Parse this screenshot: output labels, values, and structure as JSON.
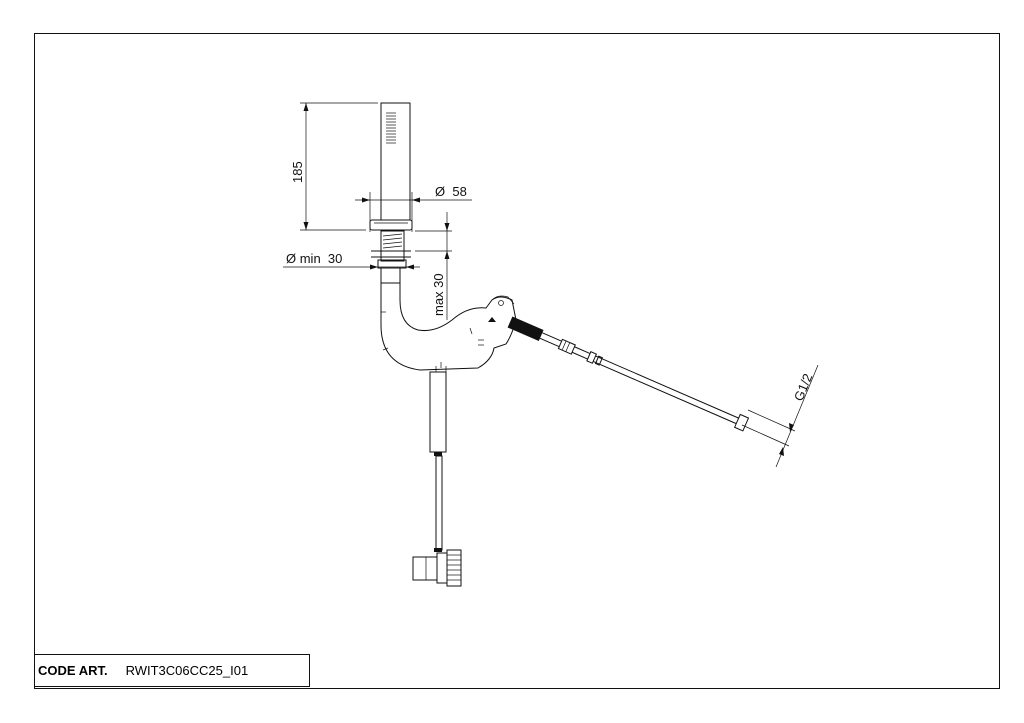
{
  "drawing": {
    "dimensions": {
      "height": "185",
      "flange_diameter": "Ø  58",
      "hole_diameter": "Ø min  30",
      "max_thickness": "max 30",
      "connection_thread": "G1/2"
    }
  },
  "title_block": {
    "code_label": "CODE ART.",
    "code_value": "RWIT3C06CC25_I01"
  }
}
